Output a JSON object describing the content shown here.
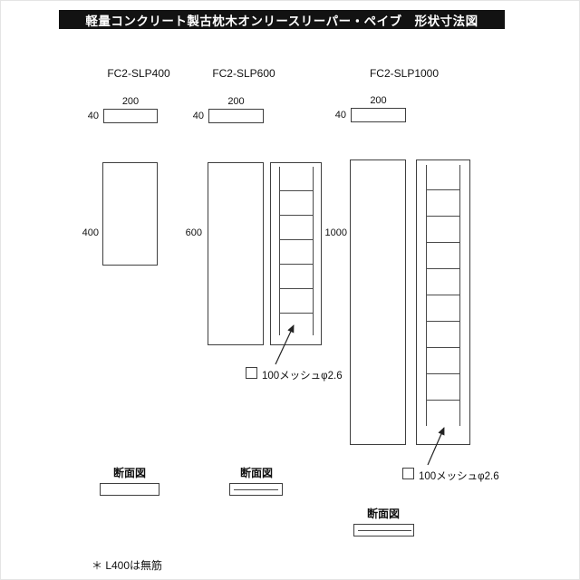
{
  "title": "軽量コンクリート製古枕木オンリースリーパー・ペイブ　形状寸法図",
  "labels": {
    "section": "断面図"
  },
  "products": [
    {
      "name": "FC2-SLP400",
      "width": "200",
      "thickness": "40",
      "length": "400"
    },
    {
      "name": "FC2-SLP600",
      "width": "200",
      "thickness": "40",
      "length": "600",
      "mesh": "100メッシュφ2.6"
    },
    {
      "name": "FC2-SLP1000",
      "width": "200",
      "thickness": "40",
      "length": "1000",
      "mesh": "100メッシュφ2.6"
    }
  ],
  "footnote": "＊ L400は無筋"
}
